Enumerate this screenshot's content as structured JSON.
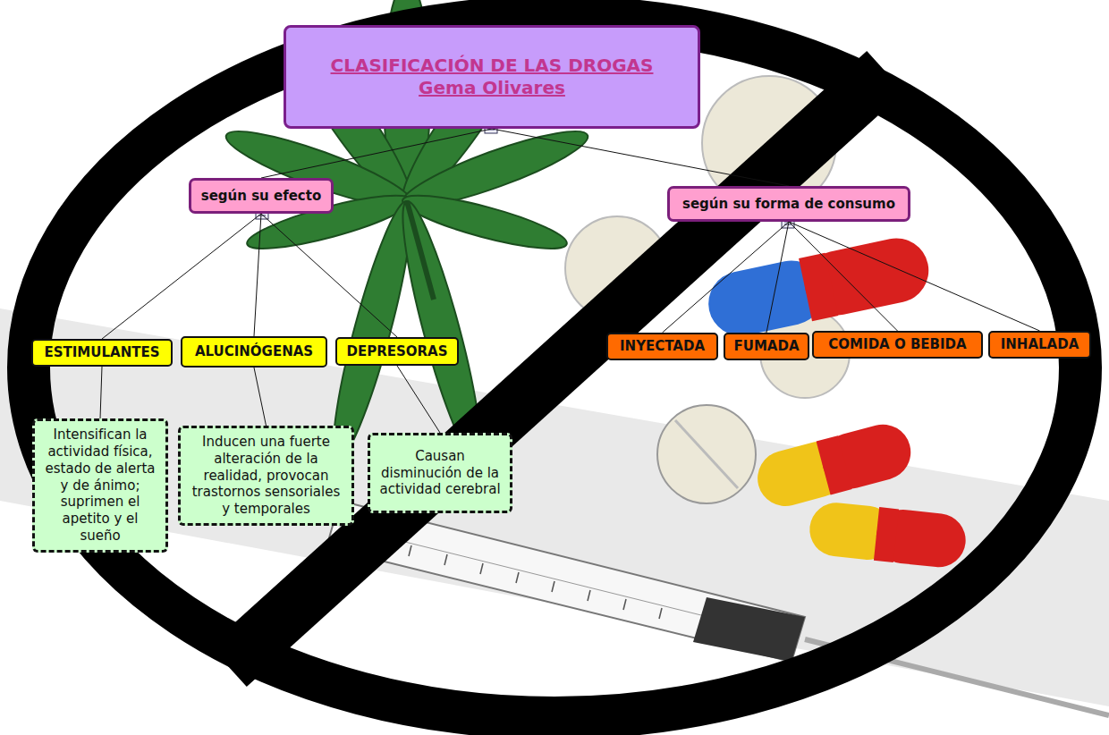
{
  "diagram": {
    "nodes": [
      {
        "text": [
          "CLASIFICACIÓN DE LAS DROGAS",
          "Gema Olivares"
        ]
      },
      {
        "text": [
          "según su efecto"
        ]
      },
      {
        "text": [
          "según su forma de consumo"
        ]
      },
      {
        "text": [
          "ESTIMULANTES"
        ]
      },
      {
        "text": [
          "ALUCINÓGENAS"
        ]
      },
      {
        "text": [
          "DEPRESORAS"
        ]
      },
      {
        "text": [
          "INYECTADA"
        ]
      },
      {
        "text": [
          "FUMADA"
        ]
      },
      {
        "text": [
          "COMIDA O BEBIDA"
        ]
      },
      {
        "text": [
          "INHALADA"
        ]
      },
      {
        "text": [
          "Intensifican la actividad física, estado de alerta y de ánimo; suprimen el apetito y el sueño"
        ]
      },
      {
        "text": [
          "Inducen una fuerte alteración de la realidad, provocan trastornos sensoriales y temporales"
        ]
      },
      {
        "text": [
          "Causan disminución de la actividad cerebral"
        ]
      }
    ],
    "edges": [
      {
        "from": 0,
        "to": 1,
        "arrow": "none"
      },
      {
        "from": 0,
        "to": 2,
        "arrow": "none"
      },
      {
        "from": 1,
        "to": 3,
        "arrow": "none"
      },
      {
        "from": 1,
        "to": 4,
        "arrow": "none"
      },
      {
        "from": 1,
        "to": 5,
        "arrow": "none"
      },
      {
        "from": 2,
        "to": 6,
        "arrow": "none"
      },
      {
        "from": 2,
        "to": 7,
        "arrow": "none"
      },
      {
        "from": 2,
        "to": 8,
        "arrow": "none"
      },
      {
        "from": 2,
        "to": 9,
        "arrow": "none"
      },
      {
        "from": 3,
        "to": 10,
        "arrow": "none"
      },
      {
        "from": 4,
        "to": 11,
        "arrow": "none"
      },
      {
        "from": 5,
        "to": 12,
        "arrow": "none"
      }
    ]
  }
}
